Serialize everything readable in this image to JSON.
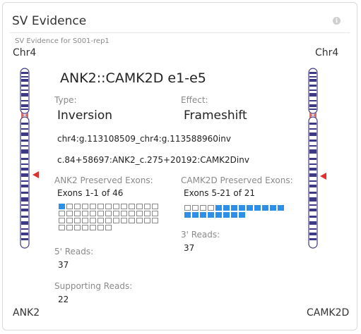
{
  "card": {
    "title": "SV Evidence",
    "subtitle": "SV Evidence for S001-rep1",
    "info_icon": "info-icon"
  },
  "left": {
    "chromosome": "Chr4",
    "gene": "ANK2"
  },
  "right": {
    "chromosome": "Chr4",
    "gene": "CAMK2D"
  },
  "sv": {
    "title": "ANK2::CAMK2D e1-e5",
    "type_label": "Type:",
    "type_value": "Inversion",
    "effect_label": "Effect:",
    "effect_value": "Frameshift",
    "genomic": "chr4:g.113108509_chr4:g.113588960inv",
    "coding": "c.84+58697:ANK2_c.275+20192:CAMK2Dinv"
  },
  "ank2_exons": {
    "label": "ANK2 Preserved Exons:",
    "summary": "Exons 1-1 of 46",
    "total": 46,
    "preserved_from": 1,
    "preserved_to": 1
  },
  "camk2d_exons": {
    "label": "CAMK2D Preserved Exons:",
    "summary": "Exons 5-21 of 21",
    "total": 21,
    "preserved_from": 5,
    "preserved_to": 21
  },
  "reads": {
    "five_label": "5' Reads:",
    "five_value": "37",
    "three_label": "3' Reads:",
    "three_value": "37",
    "supporting_label": "Supporting Reads:",
    "supporting_value": "22"
  },
  "colors": {
    "exon_preserved": "#2e8fe6",
    "breakpoint_arrow": "#e02f2f",
    "chromosome_band": "#3f3a86"
  }
}
